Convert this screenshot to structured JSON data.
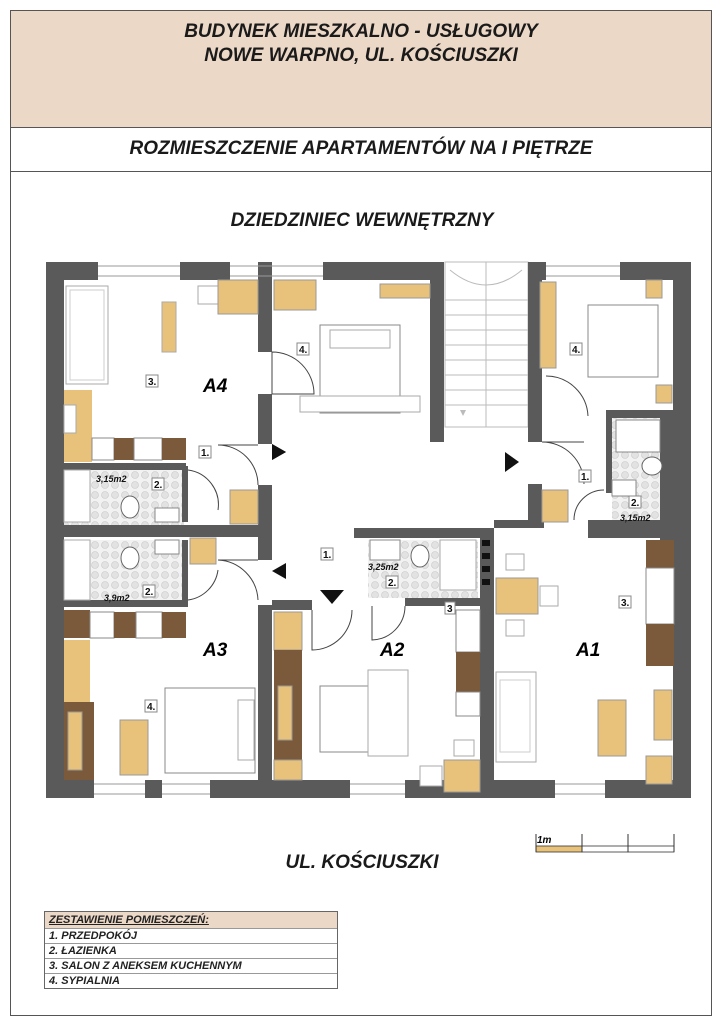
{
  "header": {
    "title_line1": "BUDYNEK MIESZKALNO - USŁUGOWY",
    "title_line2": "NOWE WARPNO, UL. KOŚCIUSZKI",
    "subtitle": "ROZMIESZCZENIE APARTAMENTÓW NA I PIĘTRZE"
  },
  "plan": {
    "courtyard_label": "DZIEDZINIEC  WEWNĘTRZNY",
    "street_label": "UL. KOŚCIUSZKI",
    "apartments": [
      "A4",
      "A3",
      "A2",
      "A1"
    ],
    "room_tags": {
      "a4_salon": "3.",
      "a4_bed": "4.",
      "a4_hall": "1.",
      "a4_bath": "2.",
      "a3_bath": "2.",
      "a3_bed": "4.",
      "corridor": "1.",
      "a2_bath": "2.",
      "a2_kitchen": "3",
      "a1_bed": "4.",
      "a1_hall": "1.",
      "a1_bath": "2.",
      "a1_salon": "3."
    },
    "areas": {
      "a4_bath": "3,15m2",
      "a3_bath": "3,9m2",
      "a2_bath": "3,25m2",
      "a1_bath": "3,15m2"
    },
    "scale_label": "1m",
    "colors": {
      "wall": "#5a5a5a",
      "wood": "#e8c27a",
      "dark_wood": "#7b5a3c",
      "tile": "#ececec",
      "header_bg": "#ecd8c7"
    }
  },
  "legend": {
    "title": "ZESTAWIENIE POMIESZCZEŃ:",
    "items": [
      "1.  PRZEDPOKÓJ",
      "2.  ŁAZIENKA",
      "3. SALON Z ANEKSEM KUCHENNYM",
      "4.  SYPIALNIA"
    ]
  }
}
